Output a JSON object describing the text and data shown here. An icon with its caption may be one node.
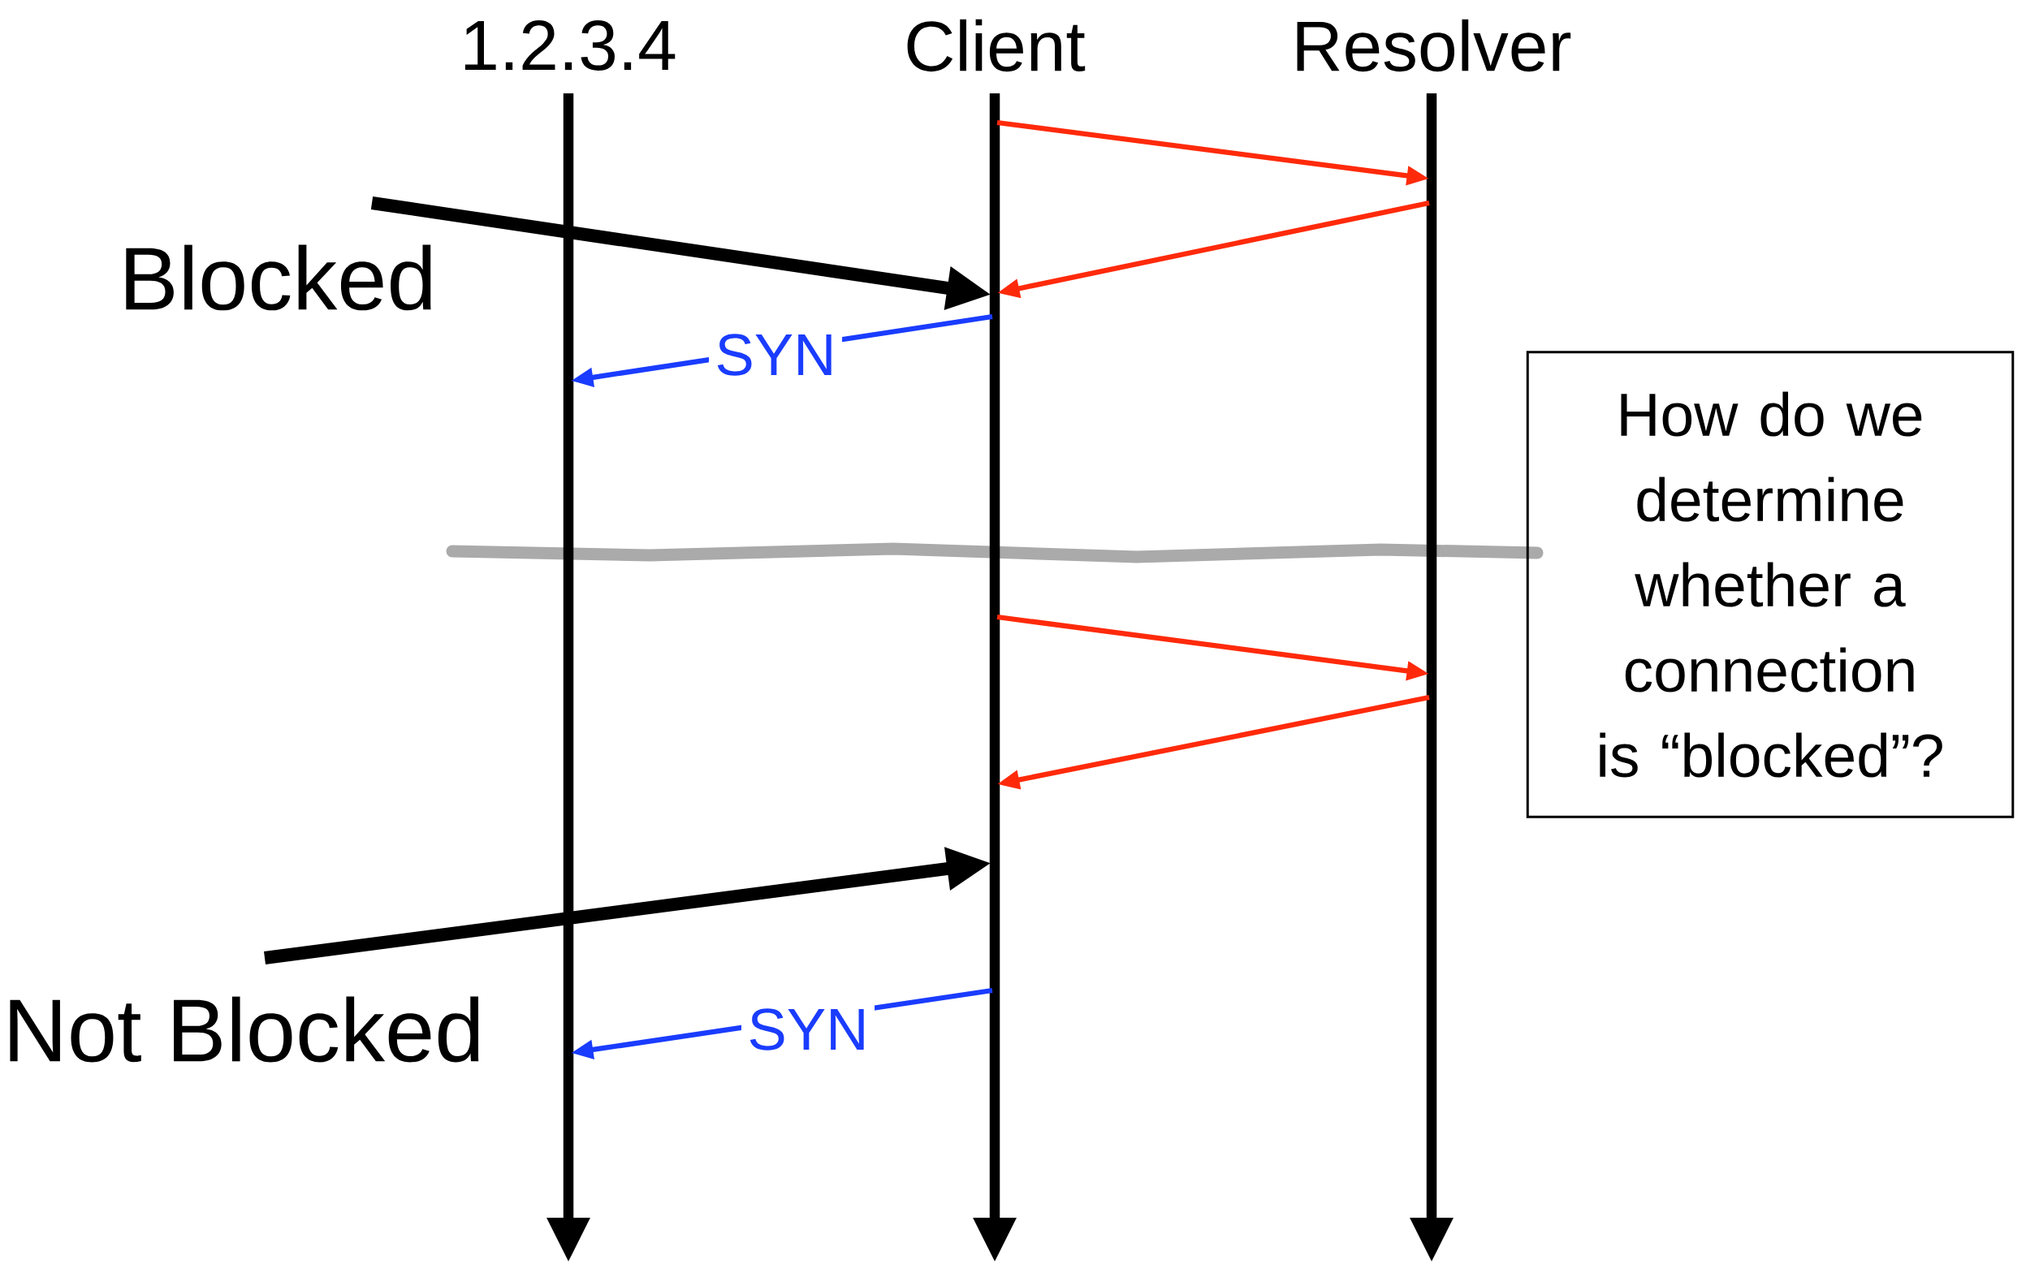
{
  "diagram": {
    "nodes": [
      {
        "text": [
          "1.2.3.4"
        ]
      },
      {
        "text": [
          "Client"
        ]
      },
      {
        "text": [
          "Resolver"
        ]
      },
      {
        "text": [
          "How do we determine whether a connection is “blocked”?"
        ]
      }
    ],
    "edges": [
      {
        "from": 1,
        "to": 2,
        "arrow": "to",
        "color": "#ff2a0a"
      },
      {
        "from": 2,
        "to": 1,
        "arrow": "to",
        "color": "#ff2a0a"
      },
      {
        "from": null,
        "to": 1,
        "arrow": "to",
        "style": "thick",
        "color": "#000000",
        "label": "Blocked"
      },
      {
        "from": 1,
        "to": 0,
        "arrow": "to",
        "color": "#1a3cff",
        "label": "SYN"
      },
      {
        "from": 1,
        "to": 2,
        "arrow": "to",
        "color": "#ff2a0a"
      },
      {
        "from": 2,
        "to": 1,
        "arrow": "to",
        "color": "#ff2a0a"
      },
      {
        "from": null,
        "to": 1,
        "arrow": "to",
        "style": "thick",
        "color": "#000000",
        "label": "Not Blocked"
      },
      {
        "from": 1,
        "to": 0,
        "arrow": "to",
        "color": "#1a3cff",
        "label": "SYN"
      }
    ]
  }
}
